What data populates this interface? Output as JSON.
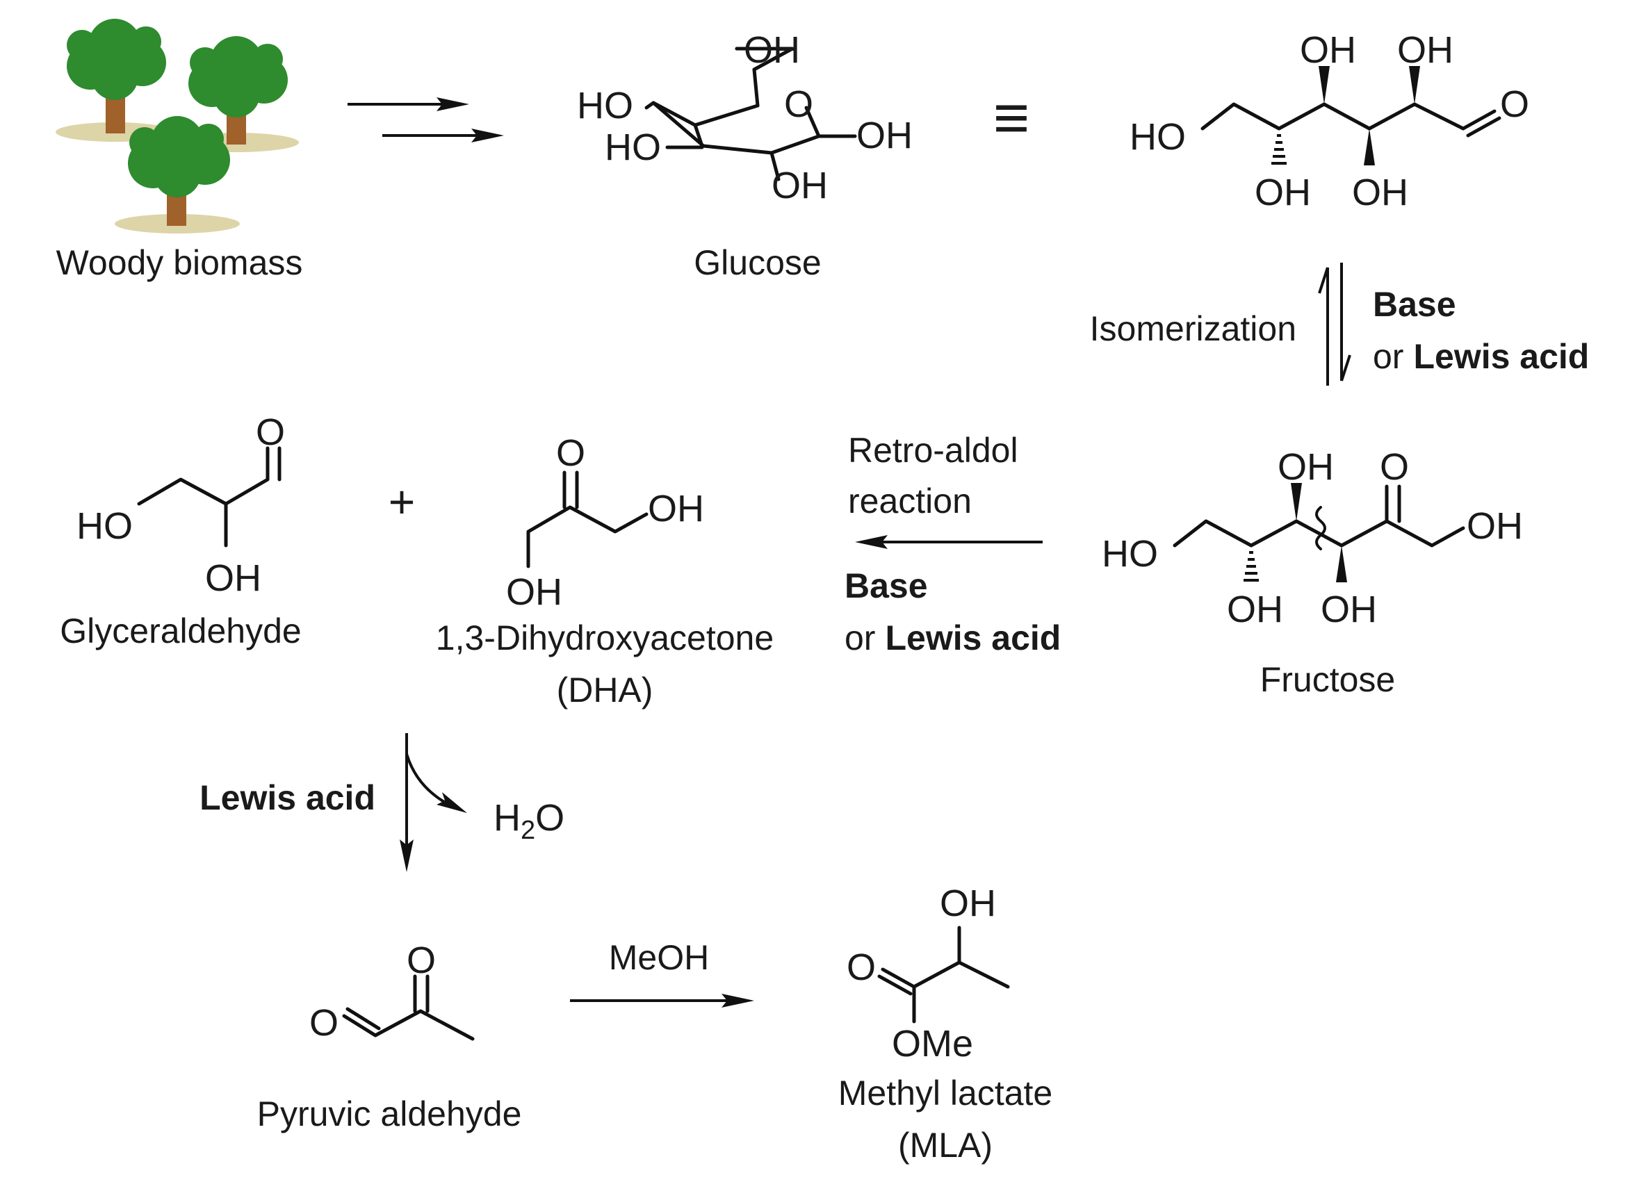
{
  "labels": {
    "woody_biomass": "Woody biomass",
    "glucose": "Glucose",
    "fructose": "Fructose",
    "glyceraldehyde": "Glyceraldehyde",
    "dha_name": "1,3-Dihydroxyacetone",
    "dha_abbr": "(DHA)",
    "pyruvic_aldehyde": "Pyruvic aldehyde",
    "mla_name": "Methyl lactate",
    "mla_abbr": "(MLA)"
  },
  "conditions": {
    "isomerization": "Isomerization",
    "base": "Base",
    "or": "or",
    "lewis_acid": "Lewis acid",
    "retro_aldol_1": "Retro-aldol",
    "retro_aldol_2": "reaction",
    "dehydration_catalyst": "Lewis acid",
    "water_h": "H",
    "water_sub": "2",
    "water_o": "O",
    "meoh": "MeOH"
  },
  "symbols": {
    "equivalent": "≡",
    "plus": "+"
  },
  "atoms": {
    "oh": "OH",
    "ho": "HO",
    "o": "O",
    "ome": "OMe"
  },
  "colors": {
    "tree_foliage": "#2e8b2e",
    "tree_trunk": "#a0612a",
    "ground": "#ddd4a8"
  }
}
